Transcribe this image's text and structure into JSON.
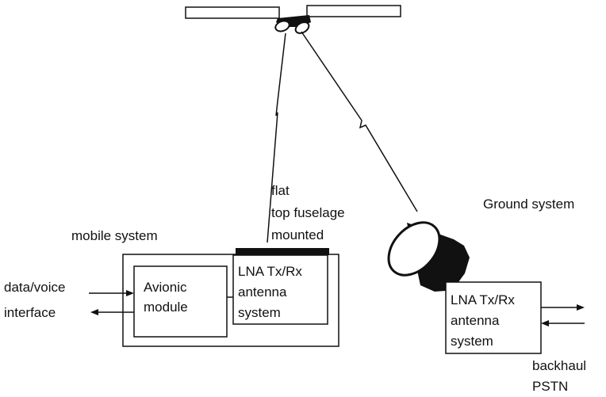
{
  "labels": {
    "flat_mount": [
      "flat",
      "top fuselage",
      "mounted"
    ],
    "ground_system": "Ground system",
    "mobile_system": "mobile system",
    "data_voice": [
      "data/voice",
      "interface"
    ],
    "avionic_module": [
      "Avionic",
      "module"
    ],
    "mobile_antenna": [
      "LNA Tx/Rx",
      "antenna",
      "system"
    ],
    "ground_antenna": [
      "LNA Tx/Rx",
      "antenna",
      "system"
    ],
    "backhaul": [
      "backhaul",
      "PSTN"
    ]
  },
  "colors": {
    "line": "#111111",
    "fill": "#ffffff"
  }
}
